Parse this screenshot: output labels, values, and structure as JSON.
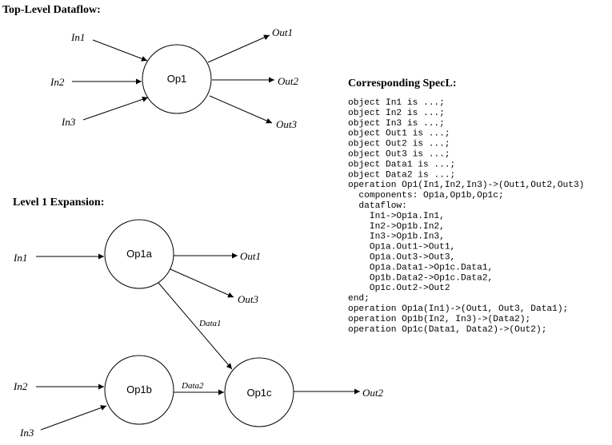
{
  "top_level": {
    "heading": "Top-Level Dataflow:",
    "node": "Op1",
    "inputs": [
      "In1",
      "In2",
      "In3"
    ],
    "outputs": [
      "Out1",
      "Out2",
      "Out3"
    ]
  },
  "level1": {
    "heading": "Level 1 Expansion:",
    "nodes": {
      "op1a": "Op1a",
      "op1b": "Op1b",
      "op1c": "Op1c"
    },
    "ports": {
      "in1": "In1",
      "in2": "In2",
      "in3": "In3",
      "out1": "Out1",
      "out2": "Out2",
      "out3": "Out3",
      "data1": "Data1",
      "data2": "Data2"
    }
  },
  "specl": {
    "heading": "Corresponding SpecL:",
    "lines": [
      "object In1 is ...;",
      "object In2 is ...;",
      "object In3 is ...;",
      "object Out1 is ...;",
      "object Out2 is ...;",
      "object Out3 is ...;",
      "object Data1 is ...;",
      "object Data2 is ...;",
      "operation Op1(In1,In2,In3)->(Out1,Out2,Out3)",
      "  components: Op1a,Op1b,Op1c;",
      "  dataflow:",
      "    In1->Op1a.In1,",
      "    In2->Op1b.In2,",
      "    In3->Op1b.In3,",
      "    Op1a.Out1->Out1,",
      "    Op1a.Out3->Out3,",
      "    Op1a.Data1->Op1c.Data1,",
      "    Op1b.Data2->Op1c.Data2,",
      "    Op1c.Out2->Out2",
      "end;",
      "operation Op1a(In1)->(Out1, Out3, Data1);",
      "operation Op1b(In2, In3)->(Data2);",
      "operation Op1c(Data1, Data2)->(Out2);"
    ]
  }
}
